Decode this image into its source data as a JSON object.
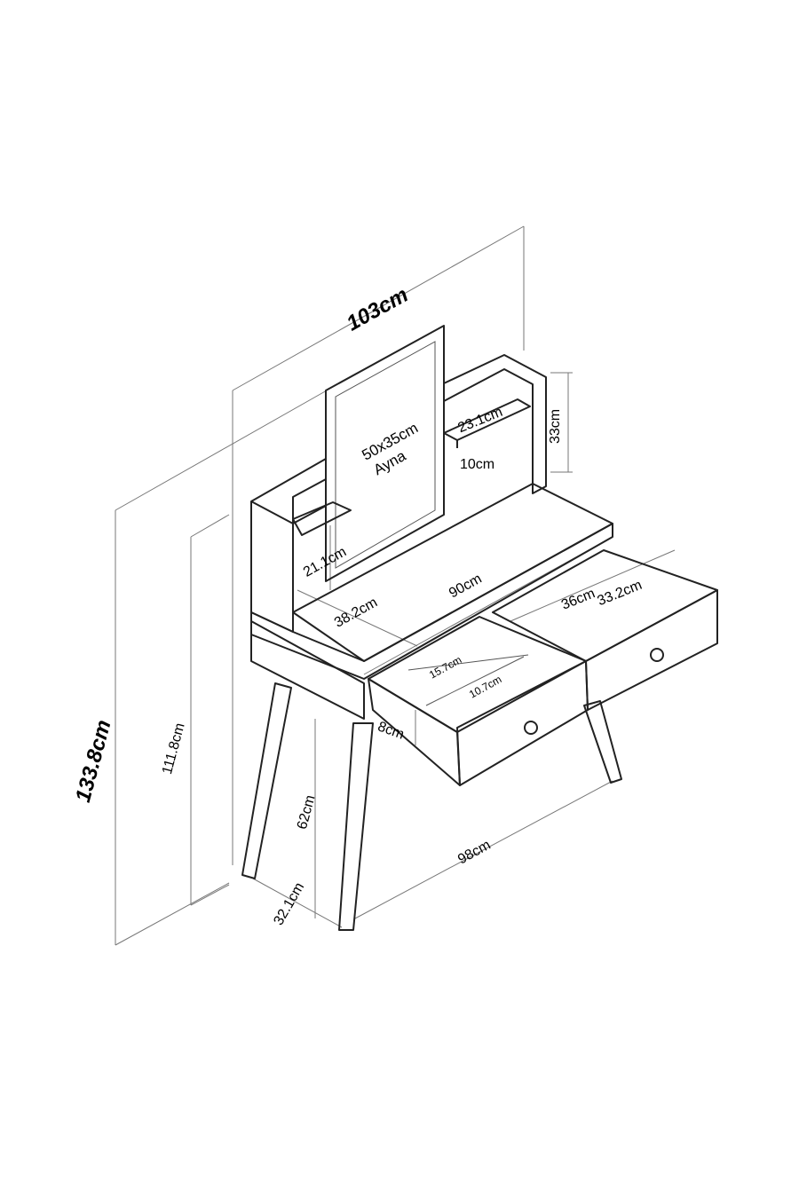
{
  "title": "Dressing table dimension drawing",
  "dimensions": {
    "width_total": "103cm",
    "mirror_size": "50x35cm",
    "mirror_label": "Ayna",
    "shelf_depth": "23.1cm",
    "right_tower_height": "33cm",
    "shelf_gap": "10cm",
    "left_shelf_height": "21.1cm",
    "depth": "38.2cm",
    "top_width": "90cm",
    "drawer_width": "36cm",
    "drawer_depth": "33.2cm",
    "compartment_a": "15.7cm",
    "compartment_b": "10.7cm",
    "drawer_height": "8cm",
    "height_total": "133.8cm",
    "height_to_shelf": "111.8cm",
    "leg_height": "62cm",
    "leg_span_width": "98cm",
    "leg_span_depth": "32.1cm"
  }
}
